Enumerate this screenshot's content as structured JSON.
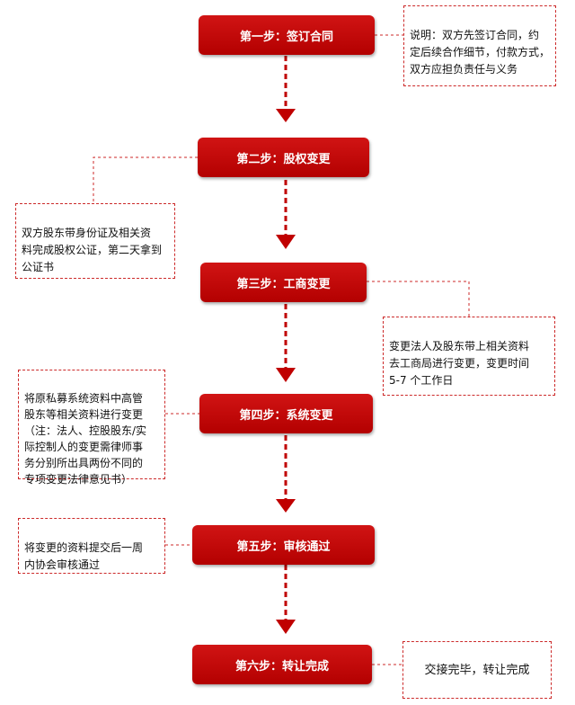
{
  "colors": {
    "step_fill": "#c00000",
    "arrow": "#c00000",
    "note_border": "#cc2a2a"
  },
  "steps": [
    {
      "label": "第一步：签订合同"
    },
    {
      "label": "第二步：股权变更"
    },
    {
      "label": "第三步：工商变更"
    },
    {
      "label": "第四步：系统变更"
    },
    {
      "label": "第五步：审核通过"
    },
    {
      "label": "第六步：转让完成"
    }
  ],
  "notes": [
    {
      "text": "说明：双方先签订合同，约\n定后续合作细节，付款方式，\n双方应担负责任与义务"
    },
    {
      "text": "双方股东带身份证及相关资\n料完成股权公证，第二天拿到\n公证书"
    },
    {
      "text": "变更法人及股东带上相关资料\n去工商局进行变更，变更时间\n5-7 个工作日"
    },
    {
      "text": "将原私募系统资料中高管\n股东等相关资料进行变更\n（注：法人、控股股东/实\n际控制人的变更需律师事\n务分别所出具两份不同的\n专项变更法律意见书）"
    },
    {
      "text": "将变更的资料提交后一周\n内协会审核通过"
    },
    {
      "text": "交接完毕，转让完成"
    }
  ]
}
